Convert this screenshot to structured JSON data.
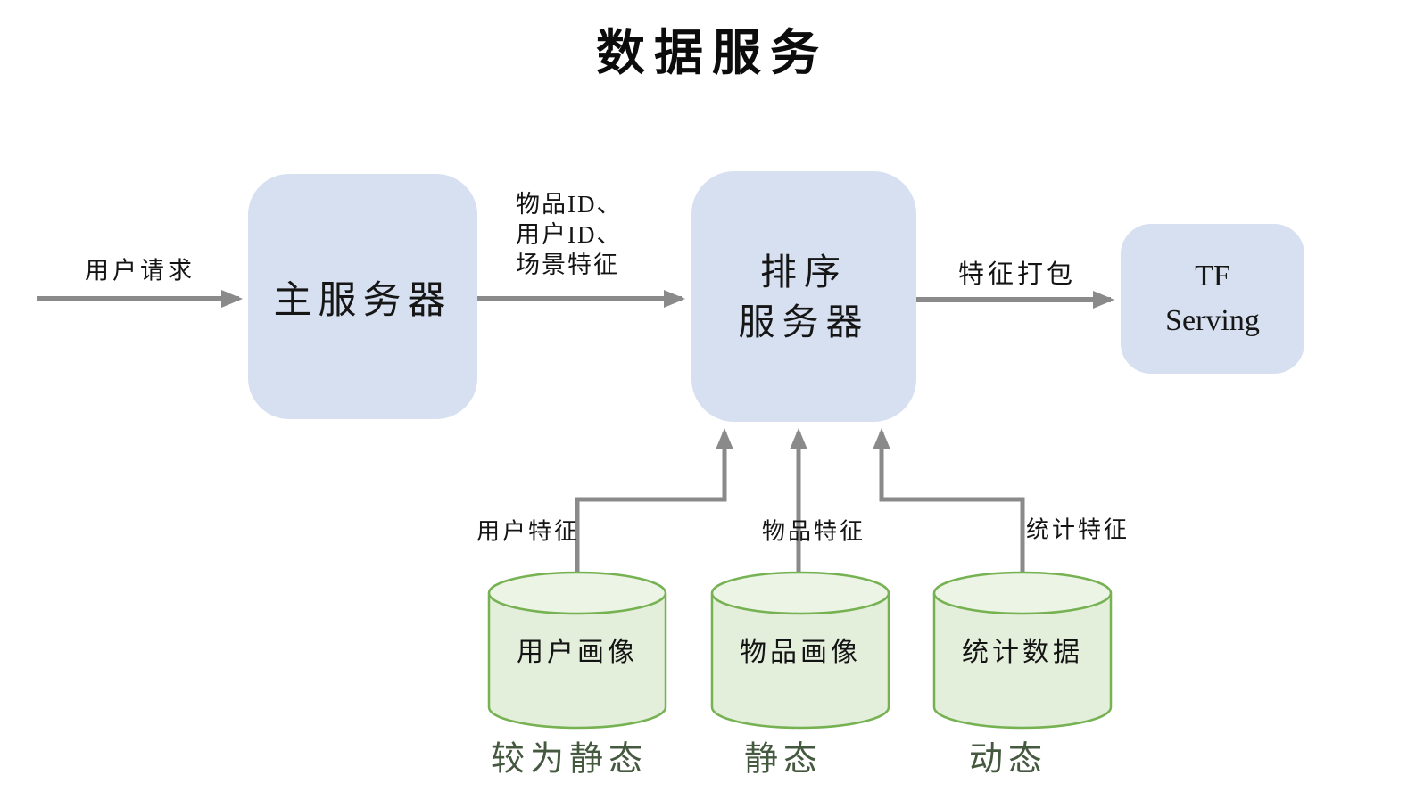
{
  "diagram": {
    "title": "数据服务",
    "nodes": {
      "main_server": {
        "label": "主服务器"
      },
      "ranking_server": {
        "label_line1": "排序",
        "label_line2": "服务器"
      },
      "tf_serving": {
        "label_line1": "TF",
        "label_line2": "Serving"
      }
    },
    "edges": {
      "user_request": {
        "label": "用户请求"
      },
      "ids_features": {
        "label_line1": "物品ID、",
        "label_line2": "用户ID、",
        "label_line3": "场景特征"
      },
      "feature_pack": {
        "label": "特征打包"
      },
      "user_features": {
        "label": "用户特征"
      },
      "item_features": {
        "label": "物品特征"
      },
      "stat_features": {
        "label": "统计特征"
      }
    },
    "databases": [
      {
        "label": "用户画像",
        "state": "较为静态"
      },
      {
        "label": "物品画像",
        "state": "静态"
      },
      {
        "label": "统计数据",
        "state": "动态"
      }
    ],
    "colors": {
      "node_fill": "#d7e0f1",
      "cylinder_body_fill": "#e3eedb",
      "cylinder_top_fill": "#ecf4e5",
      "cylinder_stroke": "#76b152",
      "arrow": "#8a8a8a",
      "text": "#141414",
      "state_text": "#44593f",
      "background": "#ffffff"
    }
  }
}
